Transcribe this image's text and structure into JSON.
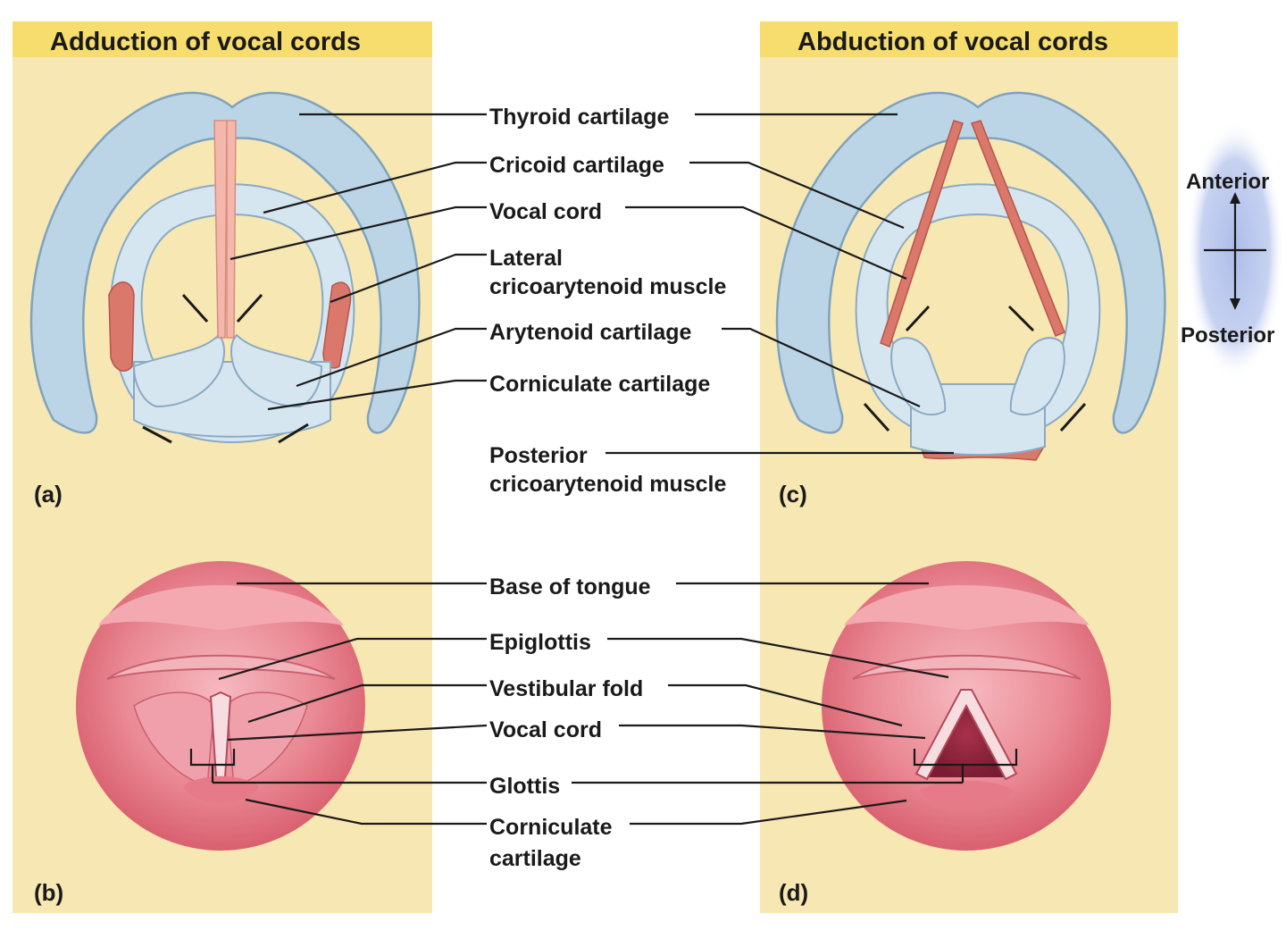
{
  "panels": {
    "left_title": "Adduction of vocal cords",
    "right_title": "Abduction of vocal cords",
    "letter_a": "(a)",
    "letter_b": "(b)",
    "letter_c": "(c)",
    "letter_d": "(d)"
  },
  "labels": {
    "thyroid": "Thyroid cartilage",
    "cricoid": "Cricoid cartilage",
    "vocal_cord_top": "Vocal cord",
    "lateral_1": "Lateral",
    "lateral_2": "cricoarytenoid muscle",
    "arytenoid": "Arytenoid cartilage",
    "corniculate_top": "Corniculate cartilage",
    "posterior_1": "Posterior",
    "posterior_2": "cricoarytenoid muscle",
    "base_tongue": "Base of tongue",
    "epiglottis": "Epiglottis",
    "vestibular": "Vestibular fold",
    "vocal_cord_bottom": "Vocal cord",
    "glottis": "Glottis",
    "corniculate_b1": "Corniculate",
    "corniculate_b2": "cartilage"
  },
  "orientation": {
    "anterior": "Anterior",
    "posterior": "Posterior"
  },
  "colors": {
    "panel_bg": "#f7e7b3",
    "title_band": "#f6dd6e",
    "cartilage": "#bcd5e6",
    "muscle": "#d9786b",
    "mucosa": "#e9848f"
  }
}
